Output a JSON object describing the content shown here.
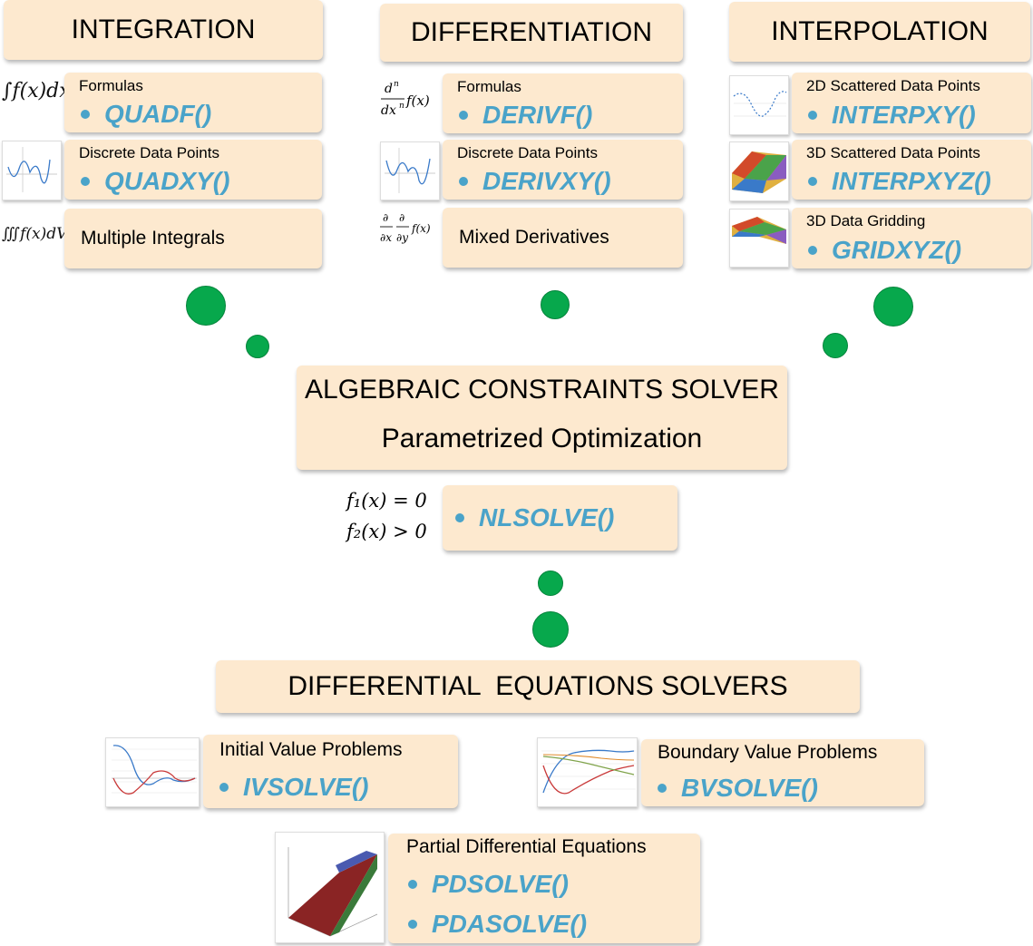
{
  "integration": {
    "title": "INTEGRATION",
    "formulas": {
      "label": "Formulas",
      "fn": "QUADF()",
      "formula": "∫f(x)dx"
    },
    "discrete": {
      "label": "Discrete Data Points",
      "fn": "QUADXY()"
    },
    "multiple": {
      "label": "Multiple Integrals",
      "formula": "∭f(x)dV"
    }
  },
  "differentiation": {
    "title": "DIFFERENTIATION",
    "formulas": {
      "label": "Formulas",
      "fn": "DERIVF()"
    },
    "discrete": {
      "label": "Discrete Data Points",
      "fn": "DERIVXY()"
    },
    "mixed": {
      "label": "Mixed Derivatives"
    }
  },
  "interpolation": {
    "title": "INTERPOLATION",
    "scatter2d": {
      "label": "2D Scattered Data Points",
      "fn": "INTERPXY()"
    },
    "scatter3d": {
      "label": "3D Scattered Data Points",
      "fn": "INTERPXYZ()"
    },
    "gridding": {
      "label": "3D Data Gridding",
      "fn": "GRIDXYZ()"
    }
  },
  "algebraic": {
    "title": "ALGEBRAIC CONSTRAINTS SOLVER",
    "subtitle": "Parametrized Optimization",
    "fn": "NLSOLVE()",
    "constraint1": "f₁(x) = 0",
    "constraint2": "f₂(x) > 0"
  },
  "differential": {
    "title": "DIFFERENTIAL  EQUATIONS SOLVERS",
    "ivp": {
      "label": "Initial Value Problems",
      "fn": "IVSOLVE()"
    },
    "bvp": {
      "label": "Boundary Value Problems",
      "fn": "BVSOLVE()"
    },
    "pde": {
      "label": "Partial Differential Equations",
      "fn1": "PDSOLVE()",
      "fn2": "PDASOLVE()"
    }
  },
  "colors": {
    "box": "#fde9cf",
    "accent": "#4aa3c9",
    "dot": "#07a84c"
  }
}
